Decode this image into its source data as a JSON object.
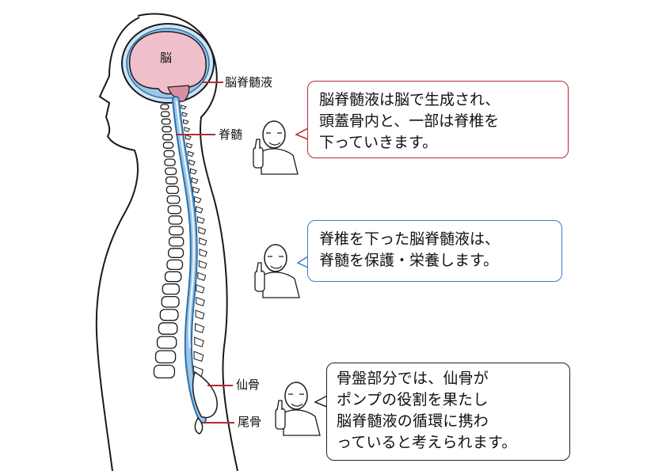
{
  "labels": {
    "brain": "脳",
    "csf": "脳脊髄液",
    "spinal_cord": "脊髄",
    "sacrum": "仙骨",
    "coccyx": "尾骨"
  },
  "bubbles": [
    {
      "border_color": "#b52a36",
      "lines": [
        "脳脊髄液は脳で生成され、",
        "頭蓋骨内と、一部は脊椎を",
        "下っていきます。"
      ]
    },
    {
      "border_color": "#3d7cc9",
      "lines": [
        "脊椎を下った脳脊髄液は、",
        "脊髄を保護・栄養します。"
      ]
    },
    {
      "border_color": "#222222",
      "lines": [
        "骨盤部分では、仙骨が",
        "ポンプの役割を果たし",
        "脳脊髄液の循環に携わ",
        "っていると考えられます。"
      ]
    }
  ],
  "colors": {
    "brain_fill": "#efbfcc",
    "csf_blue": "#9cc6e6",
    "csf_outline": "#2f6fa8",
    "leader_line": "#b52a36"
  }
}
